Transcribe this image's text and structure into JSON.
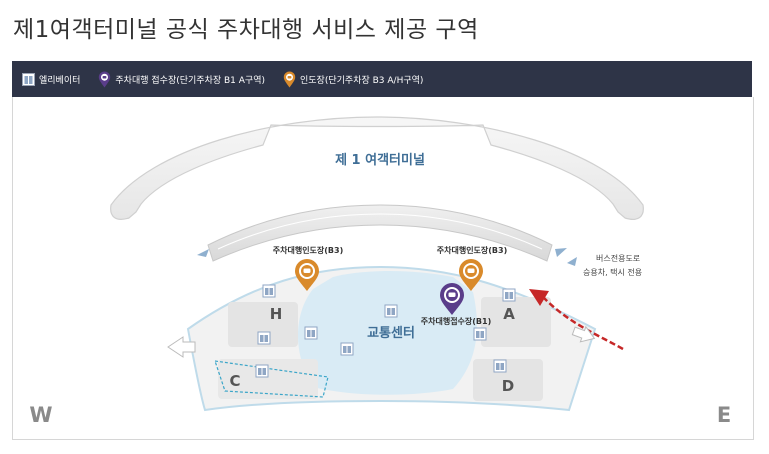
{
  "title": "제1여객터미널 공식 주차대행 서비스 제공 구역",
  "legend": {
    "elevator": "엘리베이터",
    "reception": "주차대행 접수장(단기주차장 B1 A구역)",
    "delivery": "인도장(단기주차장 B3 A/H구역)"
  },
  "map": {
    "terminal_label": "제 1 여객터미널",
    "delivery_left": "주차대행인도장(B3)",
    "delivery_right": "주차대행인도장(B3)",
    "reception_label": "주차대행접수장(B1)",
    "transport_center": "교통센터",
    "bus_note_line1": "버스전용도로",
    "bus_note_line2": "승용차, 택시 전용",
    "zone_h": "H",
    "zone_a": "A",
    "zone_c": "C",
    "zone_d": "D",
    "west": "W",
    "east": "E"
  },
  "colors": {
    "legend_bg": "#2e3447",
    "delivery_pin": "#d98a2b",
    "reception_pin": "#5a3d8a",
    "arrow": "#c62828",
    "terminal_text": "#3f6e96"
  },
  "icons": [
    "elevator-icon",
    "reception-pin-icon",
    "delivery-pin-icon",
    "car-icon",
    "direction-arrow-icon"
  ]
}
